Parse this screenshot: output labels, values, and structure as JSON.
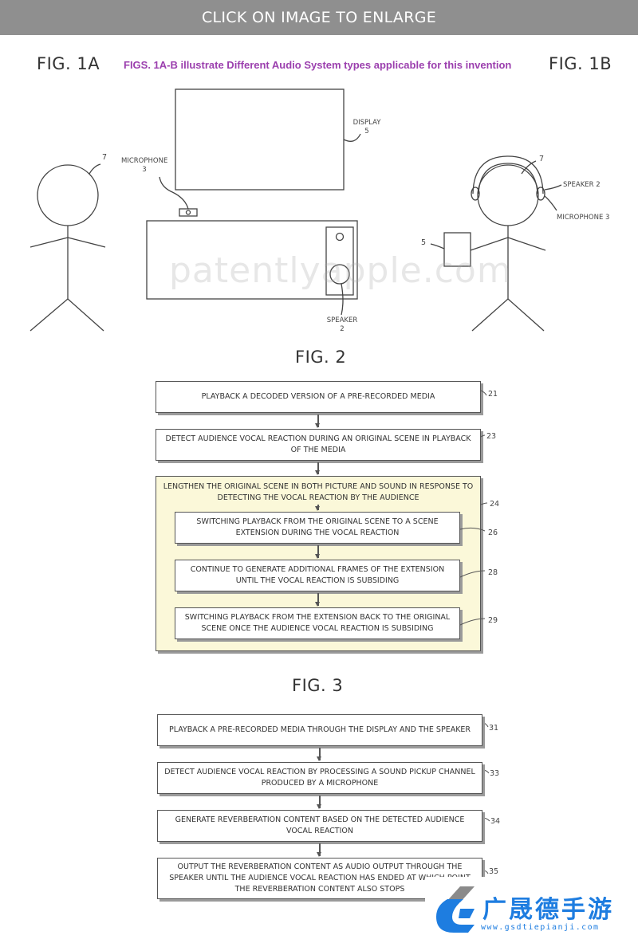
{
  "banner": {
    "text": "CLICK ON IMAGE TO ENLARGE"
  },
  "fig1": {
    "title_a": "FIG. 1A",
    "title_b": "FIG. 1B",
    "caption": "FIGS. 1A-B illustrate Different Audio System types applicable for this invention",
    "labels": {
      "person_a_ref": "7",
      "microphone": "MICROPHONE",
      "microphone_ref": "3",
      "display": "DISPLAY",
      "display_ref": "5",
      "speaker": "SPEAKER",
      "speaker_ref": "2",
      "person_b_ref": "7",
      "speaker_b": "SPEAKER 2",
      "microphone_b": "MICROPHONE 3",
      "device_ref": "5"
    },
    "watermark": "patentlyapple.com"
  },
  "fig2": {
    "title": "FIG. 2",
    "steps": [
      {
        "text": "PLAYBACK A DECODED VERSION OF A PRE-RECORDED MEDIA",
        "ref": "21"
      },
      {
        "text": "DETECT AUDIENCE VOCAL REACTION DURING AN ORIGINAL SCENE IN PLAYBACK OF THE MEDIA",
        "ref": "23"
      }
    ],
    "group": {
      "text": "LENGTHEN THE ORIGINAL SCENE IN BOTH PICTURE AND SOUND IN RESPONSE TO DETECTING THE VOCAL REACTION BY THE AUDIENCE",
      "ref": "24",
      "substeps": [
        {
          "text": "SWITCHING PLAYBACK FROM THE ORIGINAL SCENE TO A SCENE EXTENSION DURING THE VOCAL REACTION",
          "ref": "26"
        },
        {
          "text": "CONTINUE TO GENERATE ADDITIONAL FRAMES OF THE EXTENSION UNTIL THE VOCAL  REACTION IS SUBSIDING",
          "ref": "28"
        },
        {
          "text": "SWITCHING PLAYBACK FROM THE EXTENSION BACK TO THE ORIGINAL SCENE ONCE  THE AUDIENCE VOCAL REACTION IS SUBSIDING",
          "ref": "29"
        }
      ]
    }
  },
  "fig3": {
    "title": "FIG. 3",
    "steps": [
      {
        "text": "PLAYBACK A PRE-RECORDED MEDIA THROUGH THE DISPLAY AND THE SPEAKER",
        "ref": "31"
      },
      {
        "text": "DETECT AUDIENCE VOCAL REACTION BY PROCESSING A SOUND PICKUP CHANNEL PRODUCED BY A MICROPHONE",
        "ref": "33"
      },
      {
        "text": "GENERATE REVERBERATION CONTENT BASED ON THE DETECTED AUDIENCE VOCAL REACTION",
        "ref": "34"
      },
      {
        "text": "OUTPUT THE REVERBERATION CONTENT AS AUDIO OUTPUT THROUGH THE SPEAKER UNTIL THE AUDIENCE VOCAL REACTION HAS ENDED AT WHICH POINT THE REVERBERATION CONTENT ALSO STOPS",
        "ref": "35"
      }
    ]
  },
  "logo": {
    "name": "广晟德手游",
    "url": "www.gsdtiepianji.com",
    "color": "#1e7de0"
  }
}
